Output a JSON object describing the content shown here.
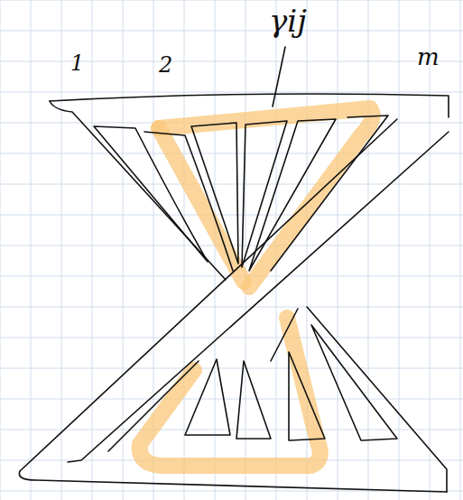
{
  "diagram": {
    "labels": [
      "1",
      "2",
      "m",
      "γij"
    ]
  }
}
